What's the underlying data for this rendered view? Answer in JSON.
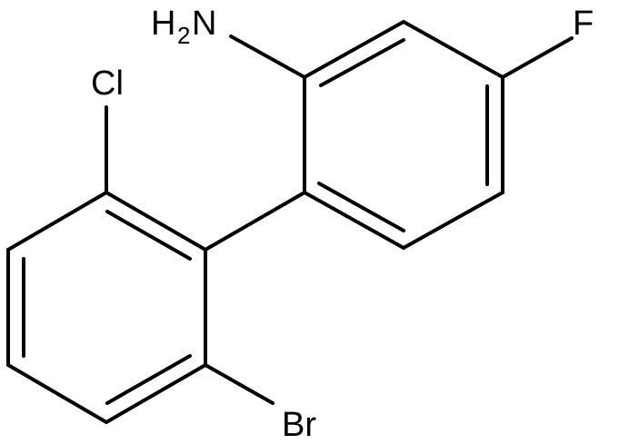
{
  "molecule": {
    "labels": {
      "amine_h": "H",
      "amine_sub": "2",
      "amine_n": "N",
      "fluorine": "F",
      "chlorine": "Cl",
      "bromine": "Br"
    },
    "colors": {
      "bond": "#000000",
      "text": "#000000",
      "background": "#ffffff"
    }
  }
}
